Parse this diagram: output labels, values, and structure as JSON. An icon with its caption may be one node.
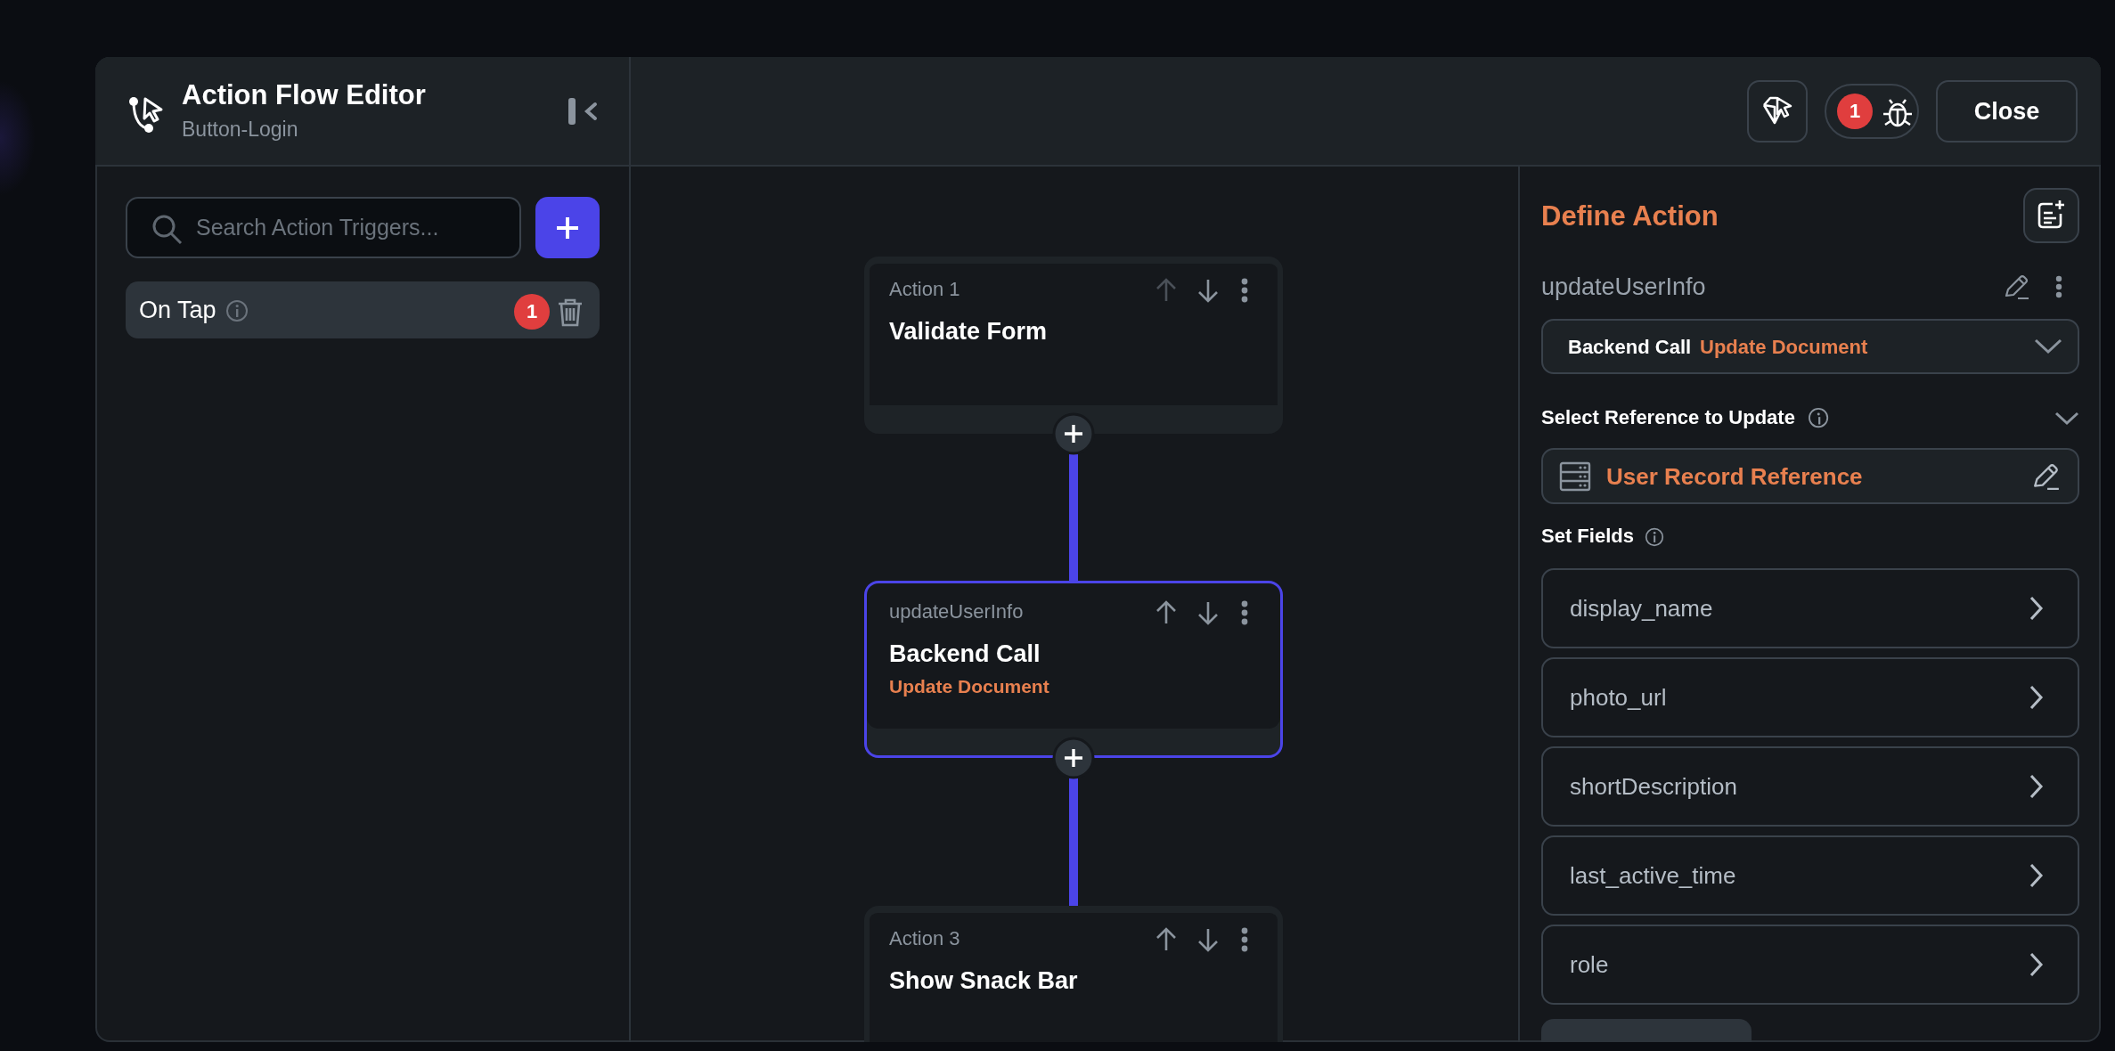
{
  "diagram": {
    "nodes": [
      {
        "text": [
          "Action 1",
          "Validate Form"
        ]
      },
      {
        "text": [
          "updateUserInfo",
          "Backend Call",
          "Update Document"
        ]
      },
      {
        "text": [
          "Action 3",
          "Show Snack Bar"
        ]
      }
    ],
    "edges": [
      {
        "from": 0,
        "to": 1,
        "arrow": "none"
      },
      {
        "from": 1,
        "to": 2,
        "arrow": "none"
      }
    ],
    "labels": [
      "Action Flow Editor",
      "Button-Login",
      "Search Action Triggers...",
      "On Tap",
      "1",
      "1",
      "Close",
      "Define Action",
      "updateUserInfo",
      "Backend Call",
      "Update Document",
      "Select Reference to Update",
      "User Record Reference",
      "Set Fields",
      "display_name",
      "photo_url",
      "shortDescription",
      "last_active_time",
      "role"
    ]
  }
}
